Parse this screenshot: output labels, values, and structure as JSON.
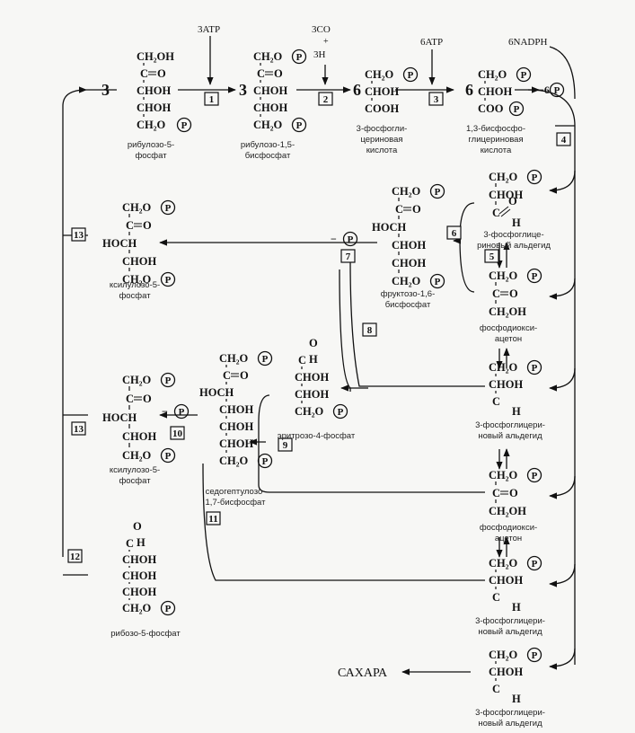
{
  "figure": {
    "colors": {
      "ink": "#111111",
      "background": "#f7f7f5"
    },
    "cofactors": {
      "atp3": "3ATP",
      "co2_line1": "3CO",
      "co2_line2": "+",
      "co2_line3": "3H",
      "atp6": "6ATP",
      "nadph": "6NADPH"
    },
    "coefficients": {
      "three": "3",
      "six": "6"
    },
    "phosphate_symbol": "P",
    "released_phosphate": "−6",
    "minus": "−",
    "steps": [
      "1",
      "2",
      "3",
      "4",
      "5",
      "6",
      "7",
      "8",
      "9",
      "10",
      "11",
      "12",
      "13"
    ],
    "molecule_labels": {
      "ribulose5p": [
        "рибулозо-5-",
        "фосфат"
      ],
      "ribulose15bp": [
        "рибулозо-1,5-",
        "бисфосфат"
      ],
      "pga3": [
        "3-фосфогли-",
        "цериновая",
        "кислота"
      ],
      "bpg13": [
        "1,3-бисфосфо-",
        "глицериновая",
        "кислота"
      ],
      "gap1": [
        "3-фосфоглице-",
        "риновый альдегид"
      ],
      "fbp": [
        "фруктозо-1,6-",
        "бисфосфат"
      ],
      "xylulose1": [
        "ксилулозо-5-",
        "фосфат"
      ],
      "dhap1": [
        "фосфодиокси-",
        "ацетон"
      ],
      "gap2": [
        "3-фосфоглицери-",
        "новый альдегид"
      ],
      "e4p": "эритрозо-4-фосфат",
      "xylulose2": [
        "ксилулозо-5-",
        "фосфат"
      ],
      "sbp": [
        "седогептулозо-",
        "1,7-бисфосфат"
      ],
      "dhap2": [
        "фосфодиокси-",
        "ацетон"
      ],
      "ribose5p": "рибозо-5-фосфат",
      "gap3": [
        "3-фосфоглицери-",
        "новый альдегид"
      ],
      "gap4": [
        "3-фосфоглицери-",
        "новый альдегид"
      ]
    },
    "product": "САХАРА"
  }
}
